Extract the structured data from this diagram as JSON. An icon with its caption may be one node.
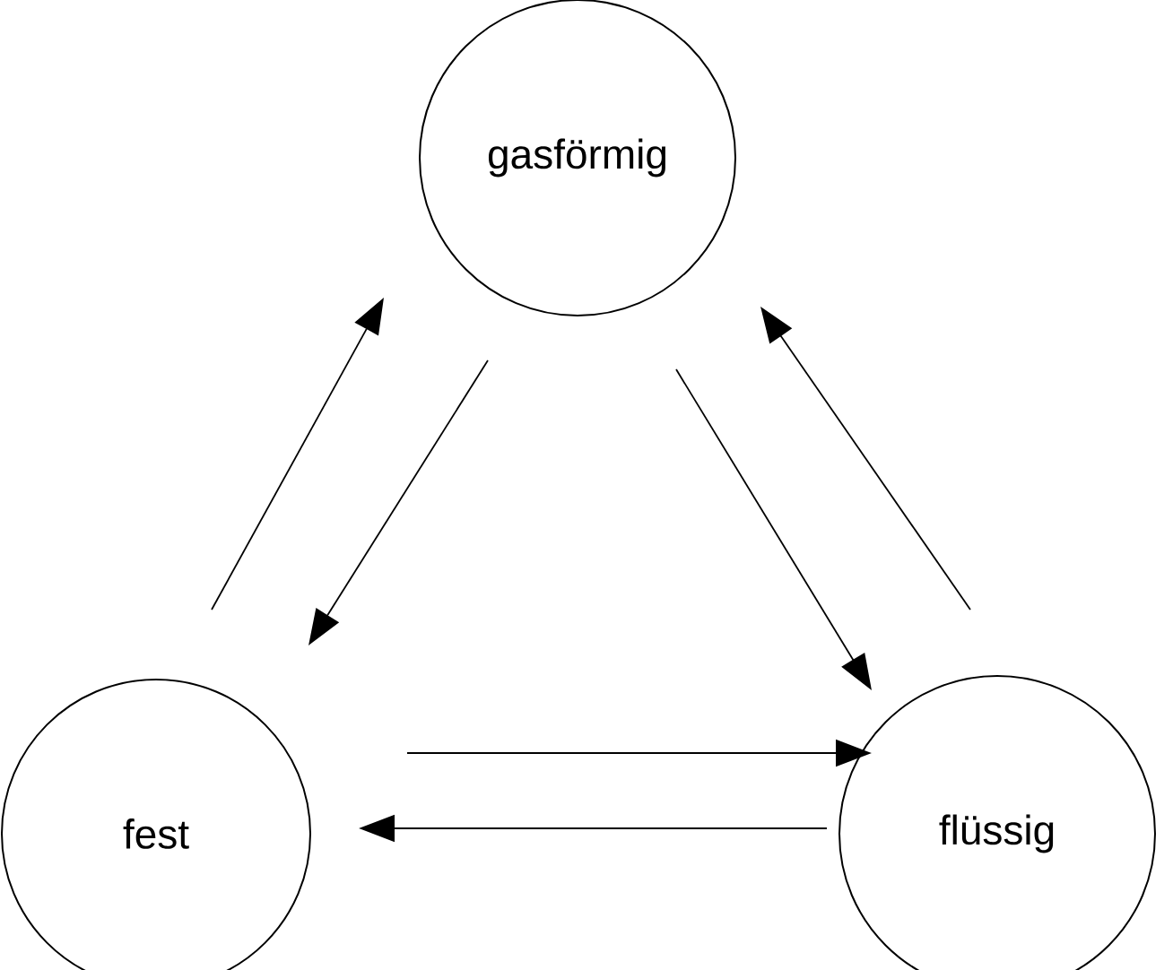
{
  "diagram": {
    "nodes": [
      {
        "text": [
          "gasförmig"
        ]
      },
      {
        "text": [
          "fest"
        ]
      },
      {
        "text": [
          "flüssig"
        ]
      }
    ],
    "edges": [
      {
        "from": 1,
        "to": 0,
        "arrow": "to"
      },
      {
        "from": 0,
        "to": 1,
        "arrow": "to"
      },
      {
        "from": 0,
        "to": 2,
        "arrow": "to"
      },
      {
        "from": 2,
        "to": 0,
        "arrow": "to"
      },
      {
        "from": 1,
        "to": 2,
        "arrow": "to"
      },
      {
        "from": 2,
        "to": 1,
        "arrow": "to"
      }
    ]
  }
}
